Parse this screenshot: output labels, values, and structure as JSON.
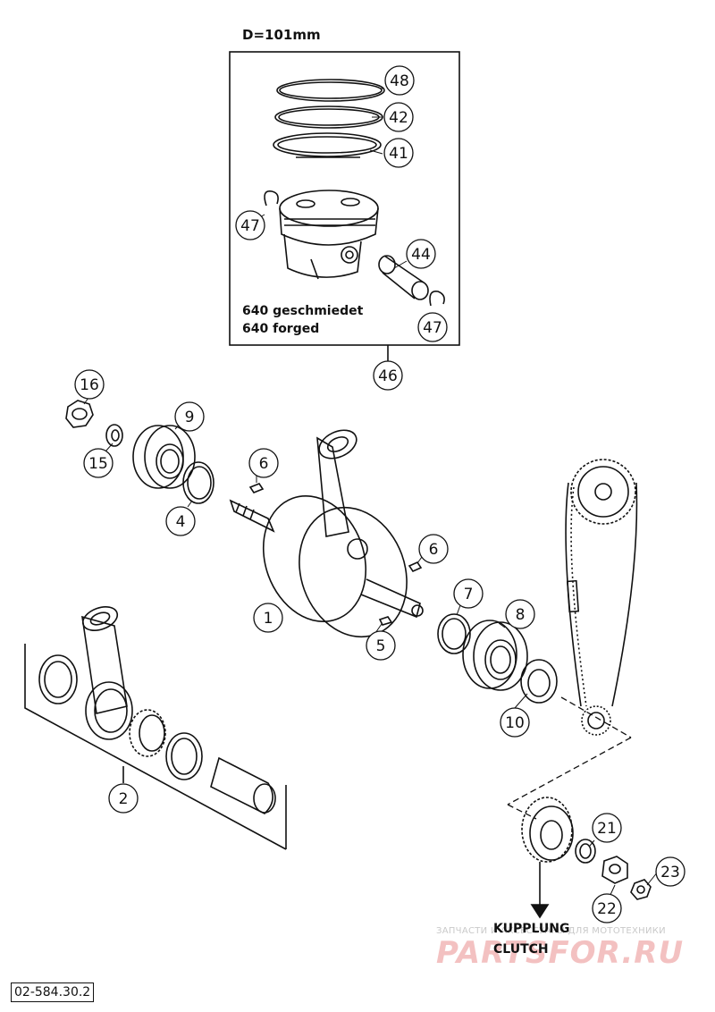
{
  "diagram": {
    "piston_kit": {
      "diameter": "D=101mm",
      "note_de": "640 geschmiedet",
      "note_en": "640 forged"
    },
    "callouts": [
      "48",
      "42",
      "41",
      "47",
      "44",
      "47",
      "46",
      "16",
      "9",
      "15",
      "4",
      "6",
      "6",
      "1",
      "5",
      "7",
      "8",
      "10",
      "2",
      "21",
      "23",
      "22"
    ],
    "output_label_de": "KUPPLUNG",
    "output_label_en": "CLUTCH",
    "drawing_number": "02-584.30.2",
    "watermark": {
      "line1": "ЗАПЧАСТИ И АКСЕССУАРЫ ДЛЯ МОТОТЕХНИКИ",
      "line2": "PARTSFOR.RU"
    },
    "colors": {
      "line": "#111111",
      "watermark": "#f1b7b7"
    }
  }
}
